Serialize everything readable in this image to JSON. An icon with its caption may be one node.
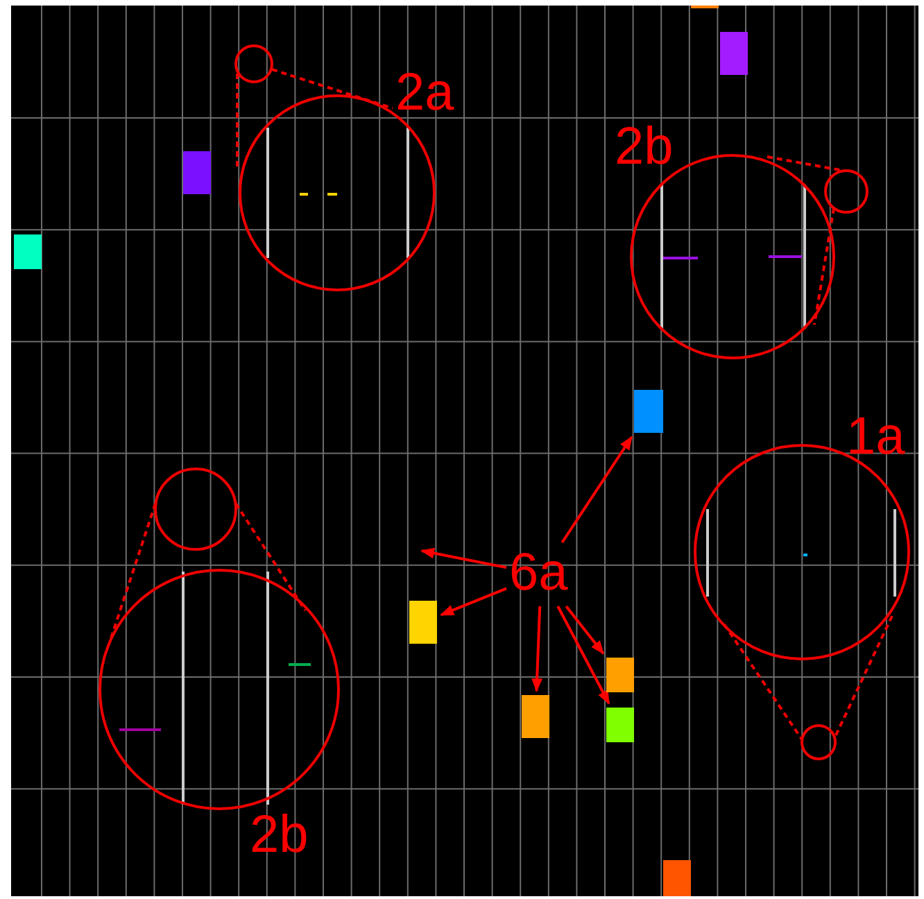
{
  "diagram": {
    "nodes": [
      {
        "text": [],
        "shape": "box"
      },
      {
        "text": [],
        "shape": "box"
      },
      {
        "text": [],
        "shape": "box"
      },
      {
        "text": [],
        "shape": "box"
      },
      {
        "text": [],
        "shape": "box"
      },
      {
        "text": [
          "6a"
        ]
      },
      {
        "text": [],
        "shape": "box"
      },
      {
        "text": [],
        "shape": "box"
      },
      {
        "text": [],
        "shape": "box"
      },
      {
        "text": [],
        "shape": "box"
      },
      {
        "text": [],
        "shape": "box"
      }
    ],
    "edges": [
      {
        "from": 5,
        "to": 4,
        "arrow": "to"
      },
      {
        "from": 5,
        "to": null,
        "arrow": "to"
      },
      {
        "from": 5,
        "to": 6,
        "arrow": "to"
      },
      {
        "from": 5,
        "to": 8,
        "arrow": "to"
      },
      {
        "from": 5,
        "to": 7,
        "arrow": "to"
      },
      {
        "from": 5,
        "to": 9,
        "arrow": "to"
      }
    ],
    "labels": [
      "2a",
      "2b",
      "1a",
      "2b"
    ]
  }
}
